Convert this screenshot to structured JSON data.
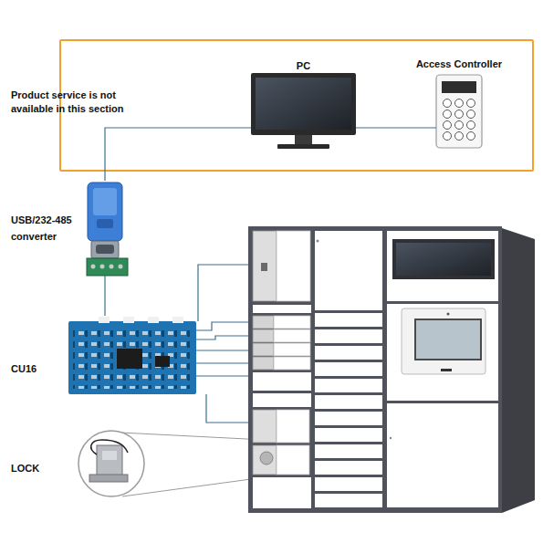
{
  "diagram": {
    "nodes": [
      {
        "text": [
          "Product service is not available in this section"
        ]
      },
      {
        "text": [
          "PC"
        ],
        "in": 0
      },
      {
        "text": [
          "Access Controller"
        ],
        "in": 0
      },
      {
        "text": [
          "USB/232-485 converter"
        ]
      },
      {
        "text": [
          "CU16"
        ]
      },
      {
        "text": [
          "LOCK"
        ]
      }
    ],
    "edges": [
      {
        "from": 1,
        "to": 2,
        "arrow": "none"
      },
      {
        "from": 3,
        "to": 1,
        "arrow": "none"
      },
      {
        "from": 3,
        "to": 4,
        "arrow": "none"
      }
    ]
  }
}
